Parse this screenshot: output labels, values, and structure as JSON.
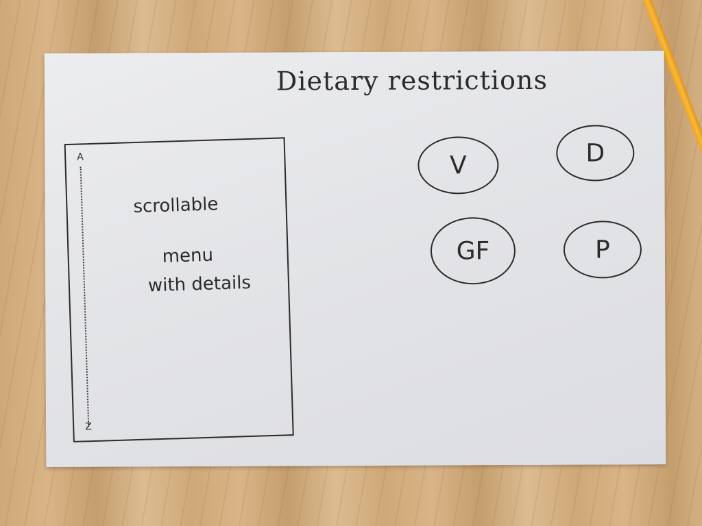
{
  "sketch": {
    "title": "Dietary restrictions",
    "menu": {
      "line1": "scrollable",
      "line2": "menu",
      "line3": "with details",
      "scroll_start": "A",
      "scroll_end": "Z"
    },
    "buttons": [
      {
        "label": "V"
      },
      {
        "label": "D"
      },
      {
        "label": "GF"
      },
      {
        "label": "P"
      }
    ]
  }
}
